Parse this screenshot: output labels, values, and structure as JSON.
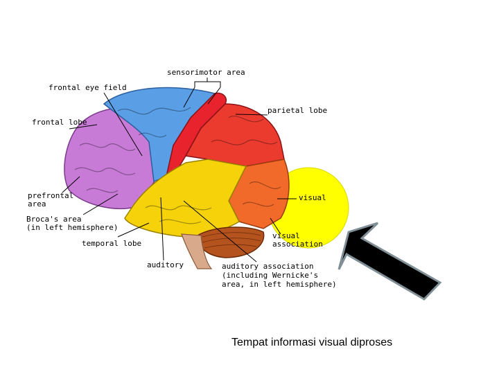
{
  "labels": {
    "sensorimotor": "sensorimotor area",
    "frontal_eye_field": "frontal eye field",
    "parietal_lobe": "parietal lobe",
    "frontal_lobe": "frontal lobe",
    "prefrontal_1": "prefrontal",
    "prefrontal_2": "area",
    "visual": "visual",
    "brocas_1": "Broca's area",
    "brocas_2": "(in left hemisphere)",
    "temporal_lobe": "temporal lobe",
    "visual_assoc_1": "visual",
    "visual_assoc_2": "association",
    "auditory": "auditory",
    "auditory_assoc_1": "auditory association",
    "auditory_assoc_2": "(including Wernicke's",
    "auditory_assoc_3": "area, in left hemisphere)"
  },
  "caption": "Tempat informasi visual diproses",
  "colors": {
    "highlight": "#ffff00",
    "arrow": "#000000",
    "frontal_lobe": "#c77ad6",
    "frontal_eye_field": "#5a9ee6",
    "sensorimotor_red": "#e8232d",
    "parietal_orange": "#f26a2a",
    "temporal_yellow": "#f5d20a",
    "cerebellum": "#b5531f",
    "brainstem": "#d9a98c"
  }
}
